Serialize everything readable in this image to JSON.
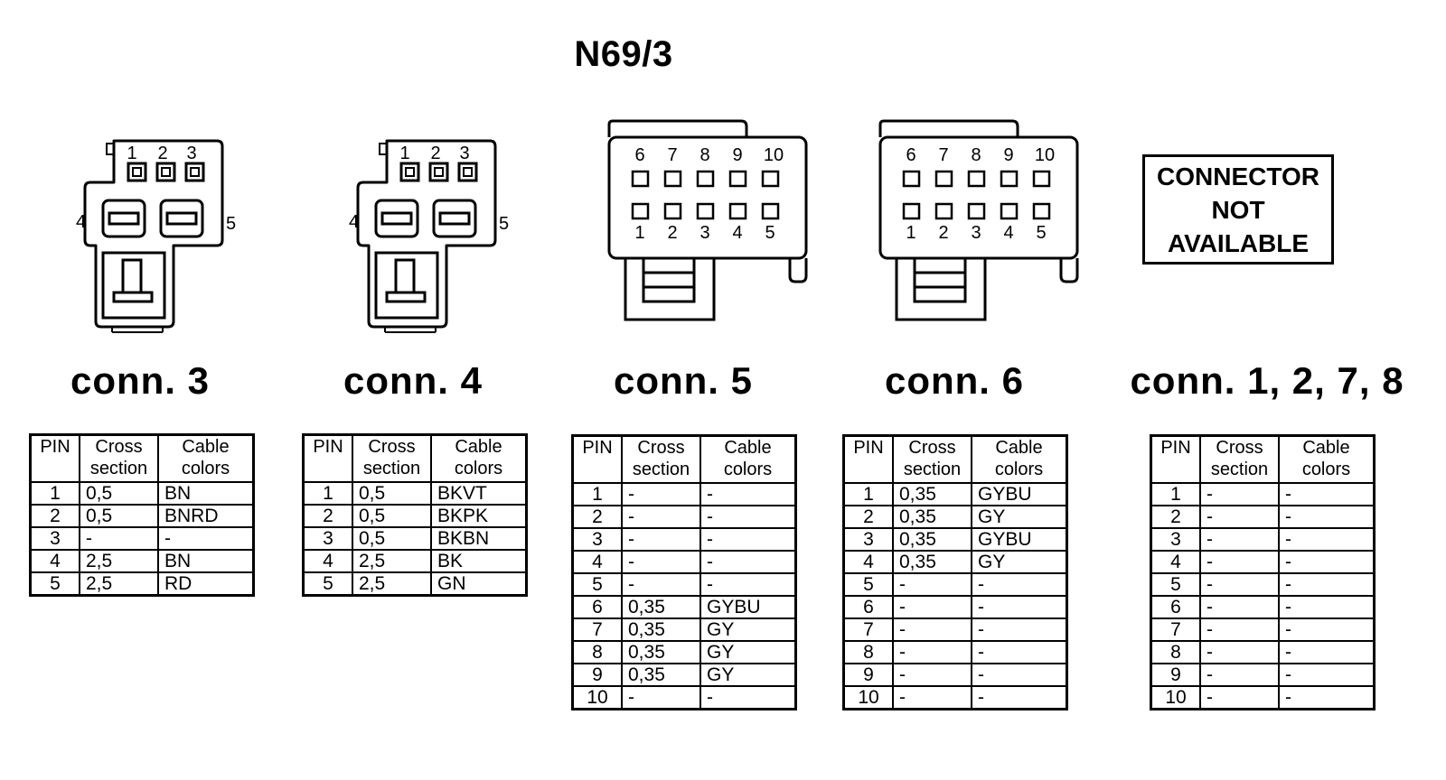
{
  "title": "N69/3",
  "connectors": [
    {
      "title": "conn. 3",
      "pin_labels": [
        "1",
        "2",
        "3",
        "4",
        "5"
      ],
      "header": [
        "PIN",
        "Cross section",
        "Cable colors"
      ],
      "rows": [
        [
          "1",
          "0,5",
          "BN"
        ],
        [
          "2",
          "0,5",
          "BNRD"
        ],
        [
          "3",
          "-",
          "-"
        ],
        [
          "4",
          "2,5",
          "BN"
        ],
        [
          "5",
          "2,5",
          "RD"
        ]
      ]
    },
    {
      "title": "conn. 4",
      "pin_labels": [
        "1",
        "2",
        "3",
        "4",
        "5"
      ],
      "header": [
        "PIN",
        "Cross section",
        "Cable colors"
      ],
      "rows": [
        [
          "1",
          "0,5",
          "BKVT"
        ],
        [
          "2",
          "0,5",
          "BKPK"
        ],
        [
          "3",
          "0,5",
          "BKBN"
        ],
        [
          "4",
          "2,5",
          "BK"
        ],
        [
          "5",
          "2,5",
          "GN"
        ]
      ]
    },
    {
      "title": "conn. 5",
      "pin_labels_top": [
        "6",
        "7",
        "8",
        "9",
        "10"
      ],
      "pin_labels_bottom": [
        "1",
        "2",
        "3",
        "4",
        "5"
      ],
      "header": [
        "PIN",
        "Cross section",
        "Cable colors"
      ],
      "rows": [
        [
          "1",
          "-",
          "-"
        ],
        [
          "2",
          "-",
          "-"
        ],
        [
          "3",
          "-",
          "-"
        ],
        [
          "4",
          "-",
          "-"
        ],
        [
          "5",
          "-",
          "-"
        ],
        [
          "6",
          "0,35",
          "GYBU"
        ],
        [
          "7",
          "0,35",
          "GY"
        ],
        [
          "8",
          "0,35",
          "GY"
        ],
        [
          "9",
          "0,35",
          "GY"
        ],
        [
          "10",
          "-",
          "-"
        ]
      ]
    },
    {
      "title": "conn. 6",
      "pin_labels_top": [
        "6",
        "7",
        "8",
        "9",
        "10"
      ],
      "pin_labels_bottom": [
        "1",
        "2",
        "3",
        "4",
        "5"
      ],
      "header": [
        "PIN",
        "Cross section",
        "Cable colors"
      ],
      "rows": [
        [
          "1",
          "0,35",
          "GYBU"
        ],
        [
          "2",
          "0,35",
          "GY"
        ],
        [
          "3",
          "0,35",
          "GYBU"
        ],
        [
          "4",
          "0,35",
          "GY"
        ],
        [
          "5",
          "-",
          "-"
        ],
        [
          "6",
          "-",
          "-"
        ],
        [
          "7",
          "-",
          "-"
        ],
        [
          "8",
          "-",
          "-"
        ],
        [
          "9",
          "-",
          "-"
        ],
        [
          "10",
          "-",
          "-"
        ]
      ]
    },
    {
      "title": "conn. 1, 2, 7, 8",
      "header": [
        "PIN",
        "Cross section",
        "Cable colors"
      ],
      "rows": [
        [
          "1",
          "-",
          "-"
        ],
        [
          "2",
          "-",
          "-"
        ],
        [
          "3",
          "-",
          "-"
        ],
        [
          "4",
          "-",
          "-"
        ],
        [
          "5",
          "-",
          "-"
        ],
        [
          "6",
          "-",
          "-"
        ],
        [
          "7",
          "-",
          "-"
        ],
        [
          "8",
          "-",
          "-"
        ],
        [
          "9",
          "-",
          "-"
        ],
        [
          "10",
          "-",
          "-"
        ]
      ]
    }
  ],
  "not_available": [
    "CONNECTOR",
    "NOT",
    "AVAILABLE"
  ]
}
